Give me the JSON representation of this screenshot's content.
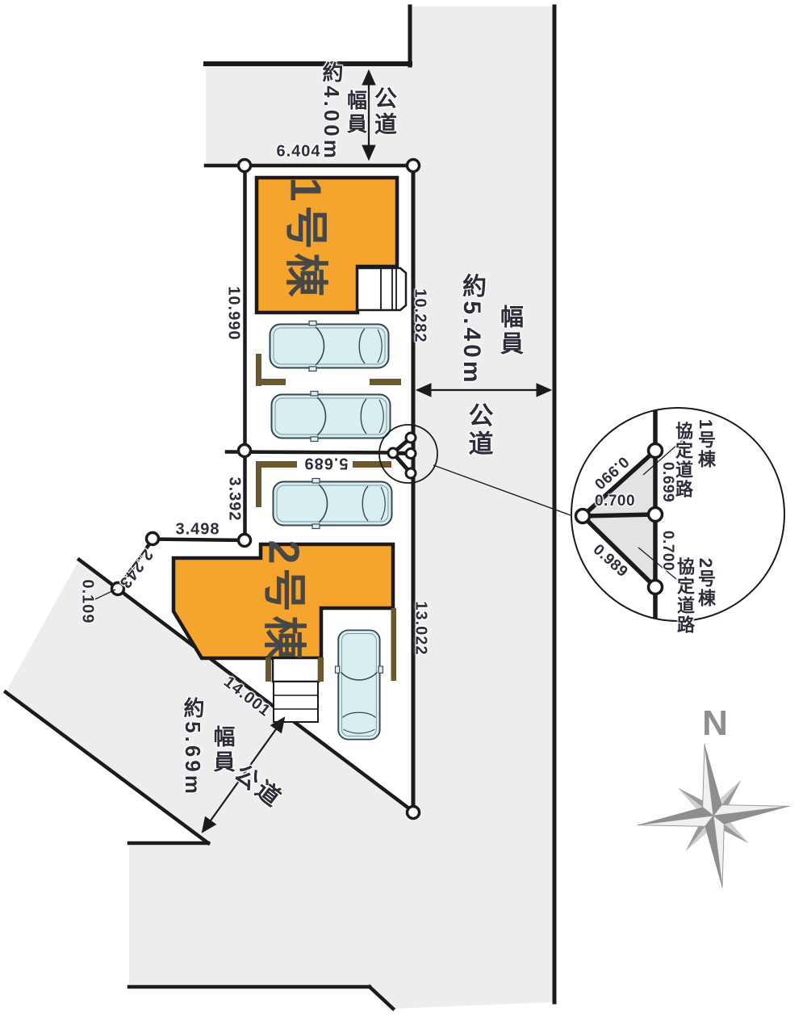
{
  "buildings": {
    "b1": "1号棟",
    "b2": "2号棟"
  },
  "roads": {
    "north": {
      "type": "公道",
      "fukuin": "幅員",
      "width": "約4.00m"
    },
    "east": {
      "type": "公道",
      "fukuin": "幅員",
      "width": "約5.40m"
    },
    "southwest": {
      "type": "公道",
      "fukuin": "幅員",
      "width": "約5.69m"
    }
  },
  "dims": {
    "frontage_north": "6.404",
    "lot1_west": "10.990",
    "lot1_east": "10.282",
    "between_lots": "5.689",
    "lot2_west": "3.392",
    "lot2_north_step": "3.498",
    "lot2_slant": "2.243",
    "lot2_corner": "0.109",
    "road_boundary": "14.001",
    "lot2_east": "13.022"
  },
  "detail": {
    "upper_diagonal": "0.990",
    "upper_vertical": "0.699",
    "middle": "0.700",
    "lower_vertical": "0.700",
    "lower_diagonal": "0.989",
    "label1_building": "1号棟",
    "label1_road": "協定道路",
    "label2_building": "2号棟",
    "label2_road": "協定道路"
  },
  "compass": {
    "north": "N"
  },
  "colors": {
    "building": "#f5a42e",
    "road_fill": "#ededee",
    "outline": "#1b1b1b",
    "fence": "#6a592f",
    "car_body": "#d9eef0",
    "label": "#2e2e3a"
  }
}
